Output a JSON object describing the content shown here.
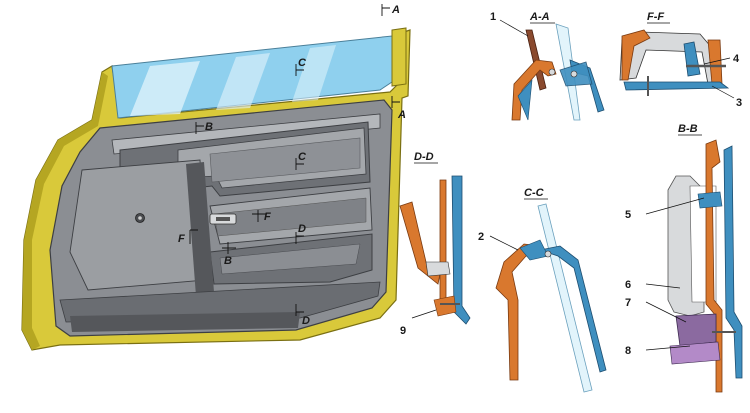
{
  "colors": {
    "frame": "#d9c93a",
    "frame_dark": "#9c8f18",
    "glass": "#8fd0ee",
    "glass_light": "#e2f4fb",
    "panel": "#8b8e93",
    "panel_light": "#b4b7bb",
    "panel_dark": "#3d3f43",
    "orange": "#d9782e",
    "blue": "#3f8fbf",
    "grey_part": "#d8dadc"
  },
  "cut_marks": {
    "a_top": "A",
    "a_mid": "A",
    "b": "B",
    "b_low": "B",
    "c_top": "C",
    "c_mid": "C",
    "d_right": "D",
    "d_bottom": "D",
    "f_left": "F",
    "f_right": "F"
  },
  "sections": {
    "aa": "A-A",
    "ff": "F-F",
    "dd": "D-D",
    "cc": "C-C",
    "bb": "B-B"
  },
  "callouts": [
    "1",
    "2",
    "3",
    "4",
    "5",
    "6",
    "7",
    "8",
    "9"
  ]
}
